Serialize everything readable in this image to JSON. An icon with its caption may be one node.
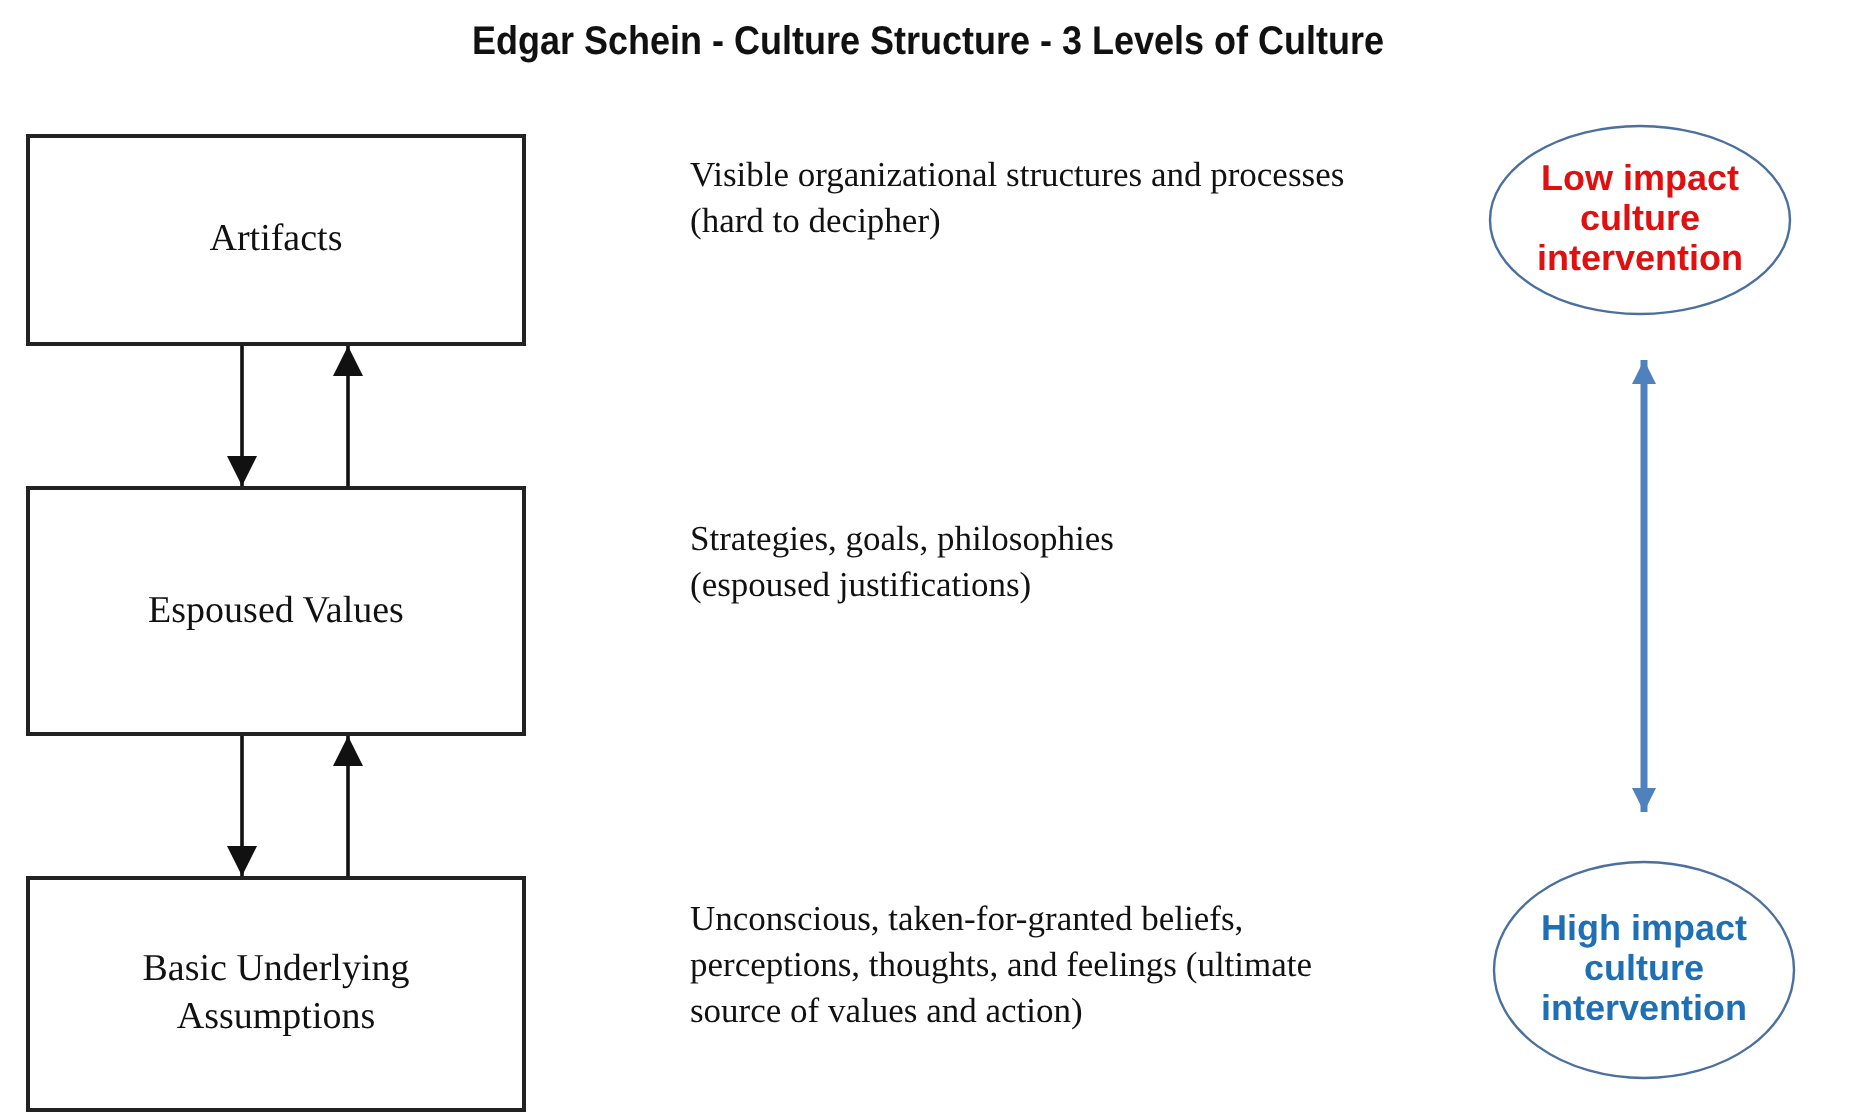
{
  "diagram": {
    "title": "Edgar Schein - Culture Structure - 3 Levels of Culture",
    "nodes": [
      {
        "text": [
          "Artifacts"
        ]
      },
      {
        "text": [
          "Espoused Values"
        ]
      },
      {
        "text": [
          "Basic Underlying Assumptions"
        ]
      },
      {
        "text": [
          "Low impact culture intervention"
        ]
      },
      {
        "text": [
          "High impact culture intervention"
        ]
      }
    ],
    "edges": [
      {
        "from": 0,
        "to": 1,
        "arrow": "to"
      },
      {
        "from": 1,
        "to": 0,
        "arrow": "to"
      },
      {
        "from": 1,
        "to": 2,
        "arrow": "to"
      },
      {
        "from": 2,
        "to": 1,
        "arrow": "to"
      },
      {
        "from": 3,
        "to": 4,
        "arrow": "both",
        "style": "thick",
        "color": "#4f81bd"
      }
    ],
    "labels": [
      "Visible organizational structures and processes (hard to decipher)",
      "Strategies, goals, philosophies (espoused justifications)",
      "Unconscious, taken-for-granted beliefs, perceptions, thoughts, and feelings (ultimate source of values and action)"
    ]
  }
}
